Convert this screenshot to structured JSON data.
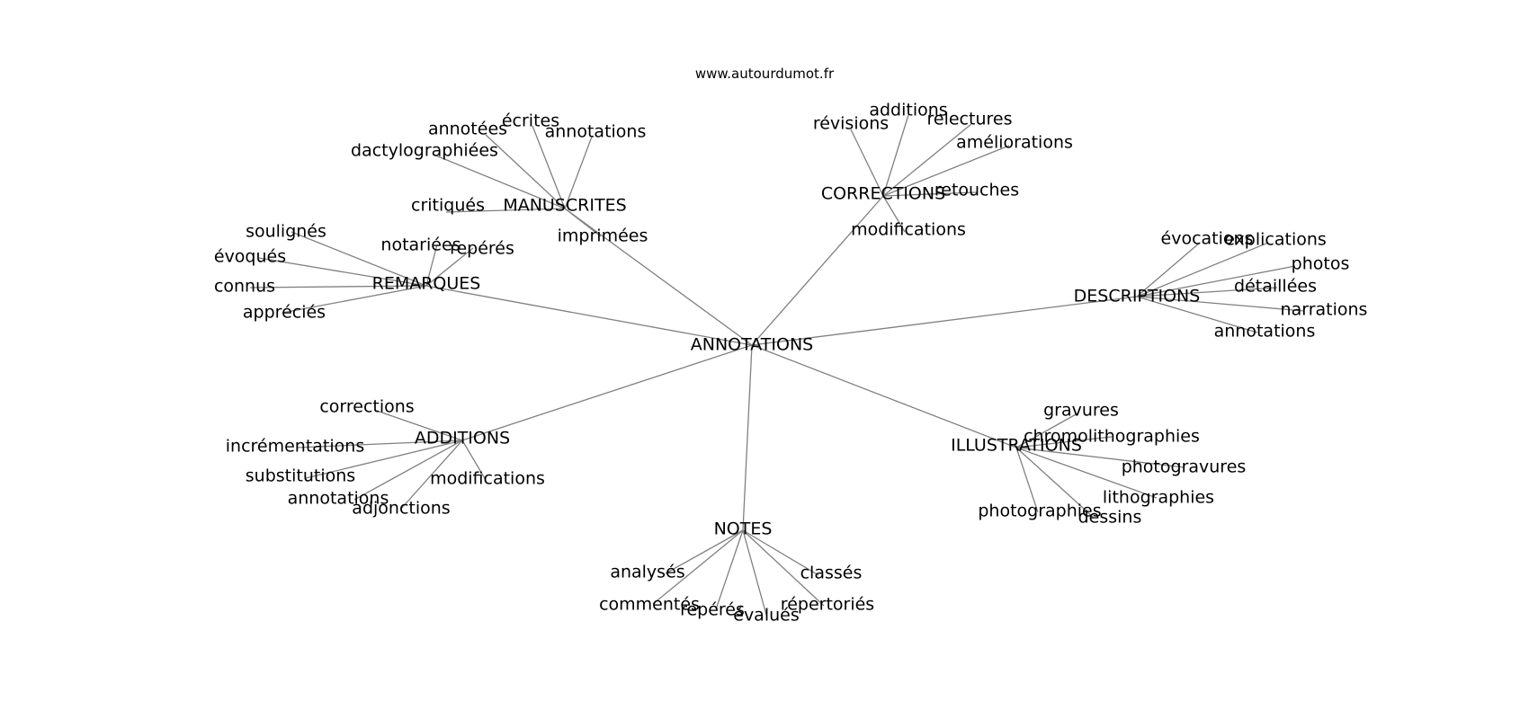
{
  "source": "www.autourdumot.fr",
  "center": "ANNOTATIONS",
  "hubs": [
    {
      "label": "MANUSCRITES",
      "leaves": [
        "annotées",
        "écrites",
        "annotations",
        "dactylographiées",
        "critiqués",
        "imprimées"
      ]
    },
    {
      "label": "REMARQUES",
      "leaves": [
        "soulignés",
        "évoqués",
        "connus",
        "appréciés",
        "notariées",
        "repérés"
      ]
    },
    {
      "label": "CORRECTIONS",
      "leaves": [
        "révisions",
        "additions",
        "relectures",
        "améliorations",
        "retouches",
        "modifications"
      ]
    },
    {
      "label": "DESCRIPTIONS",
      "leaves": [
        "évocations",
        "explications",
        "photos",
        "détaillées",
        "narrations",
        "annotations"
      ]
    },
    {
      "label": "ADDITIONS",
      "leaves": [
        "corrections",
        "incrémentations",
        "substitutions",
        "annotations",
        "adjonctions",
        "modifications"
      ]
    },
    {
      "label": "ILLUSTRATIONS",
      "leaves": [
        "gravures",
        "chromolithographies",
        "photogravures",
        "lithographies",
        "dessins",
        "photographies"
      ]
    },
    {
      "label": "NOTES",
      "leaves": [
        "analysés",
        "commentés",
        "repérés",
        "évalués",
        "répertoriés",
        "classés"
      ]
    }
  ]
}
